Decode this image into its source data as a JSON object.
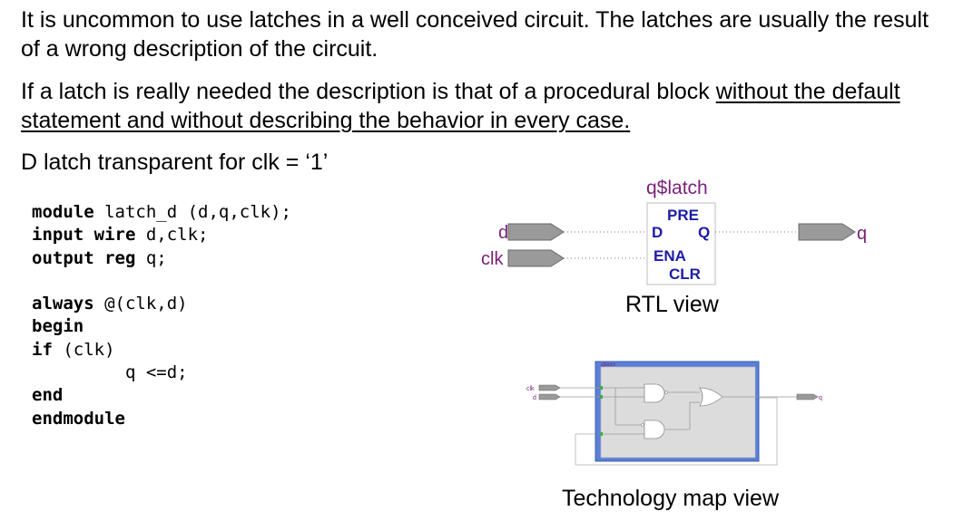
{
  "text": {
    "para1": "It is uncommon to use latches in a well conceived circuit. The latches are usually the result of a wrong description of the circuit.",
    "para2_plain": "If a latch is really needed the description is that of a procedural block ",
    "para2_underlined": "without the default statement and without describing the behavior in every case.",
    "para3": "D latch transparent for clk = ‘1’"
  },
  "code": {
    "l1_kw": "module",
    "l1_rest": " latch_d (d,q,clk);",
    "l2_kw": "input wire",
    "l2_rest": " d,clk;",
    "l3_kw": "output reg",
    "l3_rest": " q;",
    "l5_kw": "always",
    "l5_rest": " @(clk,d)",
    "l6_kw": "begin",
    "l7_kw": "if",
    "l7_rest": " (clk)",
    "l8_rest": "         q <=d;",
    "l9_kw": "end",
    "l10_kw": "endmodule"
  },
  "rtl": {
    "block_name": "q$latch",
    "port_pre": "PRE",
    "port_d": "D",
    "port_q": "Q",
    "port_ena": "ENA",
    "port_clr": "CLR",
    "in_d": "d",
    "in_clk": "clk",
    "out_q": "q",
    "caption": "RTL view"
  },
  "tech": {
    "block_name": "q$latch",
    "in_clk": "clk",
    "in_d": "d",
    "out_q": "q",
    "caption": "Technology map view"
  },
  "colors": {
    "label_purple": "#7a1f7a",
    "port_blue": "#1c1ca8",
    "pin_gray": "#9a9a9a",
    "block_blue": "#5b7fd6"
  }
}
